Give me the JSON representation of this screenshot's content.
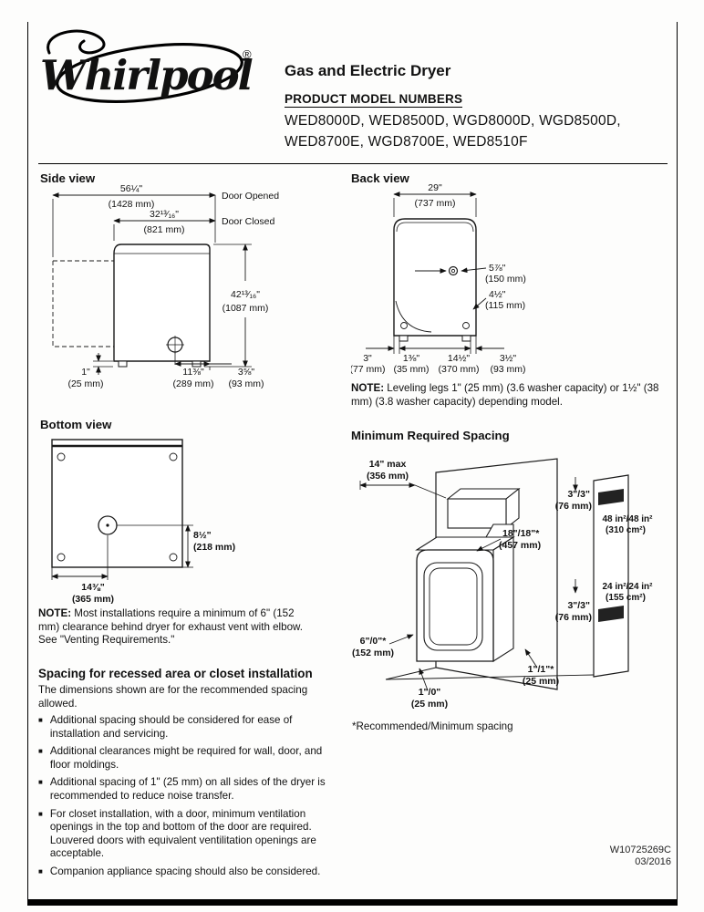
{
  "header": {
    "brand": "Whirlpool",
    "reg_mark": "®",
    "title": "Gas and Electric Dryer",
    "product_label": "PRODUCT MODEL NUMBERS",
    "models_line1": "WED8000D, WED8500D, WGD8000D, WGD8500D,",
    "models_line2": "WED8700E, WGD8700E, WED8510F"
  },
  "side_view": {
    "heading": "Side view",
    "door_opened_in": "56¼\"",
    "door_opened_mm": "(1428 mm)",
    "door_opened_label": "Door Opened",
    "door_closed_in": "32¹³⁄₁₆\"",
    "door_closed_mm": "(821 mm)",
    "door_closed_label": "Door Closed",
    "height_in": "42¹³⁄₁₆\"",
    "height_mm": "(1087 mm)",
    "leg_in": "1\"",
    "leg_mm": "(25 mm)",
    "exhaust_x_in": "11⅜\"",
    "exhaust_x_mm": "(289 mm)",
    "exhaust_y_in": "3⅝\"",
    "exhaust_y_mm": "(93 mm)"
  },
  "back_view": {
    "heading": "Back view",
    "width_in": "29\"",
    "width_mm": "(737 mm)",
    "vent_offset_in": "5⅞\"",
    "vent_offset_mm": "(150 mm)",
    "vent_height_in": "4½\"",
    "vent_height_mm": "(115 mm)",
    "leg_side_in": "3\"",
    "leg_side_mm": "(77 mm)",
    "leg_front_in": "1⅜\"",
    "leg_front_mm": "(35 mm)",
    "leg_span_in": "14½\"",
    "leg_span_mm": "(370 mm)",
    "leg_right_in": "3½\"",
    "leg_right_mm": "(93 mm)",
    "note_label": "NOTE:",
    "note_text": " Leveling legs 1\" (25 mm) (3.6 washer capacity) or 1½\" (38 mm) (3.8 washer capacity) depending model."
  },
  "bottom_view": {
    "heading": "Bottom view",
    "exhaust_y_in": "8½\"",
    "exhaust_y_mm": "(218 mm)",
    "exhaust_x_in": "14⅜\"",
    "exhaust_x_mm": "(365 mm)",
    "note_label": "NOTE:",
    "note_text": " Most installations require a minimum of 6\" (152 mm) clearance behind dryer for exhaust vent with elbow. See \"Venting Requirements.\""
  },
  "spacing_section": {
    "heading": "Spacing for recessed area or closet installation",
    "intro": "The dimensions shown are for the recommended spacing allowed.",
    "bullet_glyph": "■",
    "bullets": [
      "Additional spacing should be considered for ease of installation and servicing.",
      "Additional clearances might be required for wall, door, and floor moldings.",
      "Additional spacing of 1\" (25 mm) on all sides of the dryer is recommended to reduce noise transfer.",
      "For closet installation, with a door, minimum ventilation openings in the top and bottom of the door are required. Louvered doors with equivalent ventilitation openings are acceptable.",
      "Companion appliance spacing should also be considered."
    ]
  },
  "min_spacing": {
    "heading": "Minimum Required Spacing",
    "top_in": "14\" max",
    "top_mm": "(356 mm)",
    "gap_top_in": "3\"/3\"",
    "gap_top_mm": "(76 mm)",
    "vent_top_area": "48 in²/48 in²",
    "vent_top_cm": "(310 cm²)",
    "cabinet_gap_in": "18\"/18\"*",
    "cabinet_gap_mm": "(457 mm)",
    "vent_bottom_area": "24 in²/24 in²",
    "vent_bottom_cm": "(155 cm²)",
    "gap_mid_in": "3\"/3\"",
    "gap_mid_mm": "(76 mm)",
    "rear_in": "6\"/0\"*",
    "rear_mm": "(152 mm)",
    "side_in": "1\"/1\"*",
    "side_mm": "(25 mm)",
    "front_in": "1\"/0\"",
    "front_mm": "(25 mm)",
    "footnote": "*Recommended/Minimum spacing"
  },
  "footer": {
    "doc_number": "W10725269C",
    "doc_date": "03/2016"
  }
}
